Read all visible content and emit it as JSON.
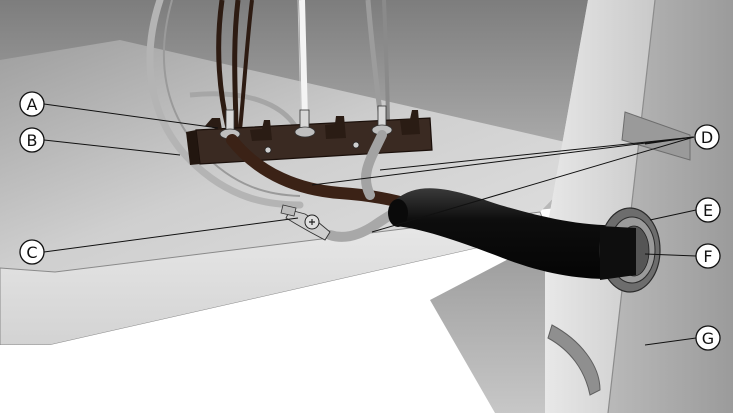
{
  "callouts": [
    {
      "id": "A",
      "letter": "A",
      "part": "terminal-block-screw"
    },
    {
      "id": "B",
      "letter": "B",
      "part": "gray-wire-loop"
    },
    {
      "id": "C",
      "letter": "C",
      "part": "ground-ring-terminal"
    },
    {
      "id": "D",
      "letter": "D",
      "part": "supply-wires"
    },
    {
      "id": "E",
      "letter": "E",
      "part": "grommet-outer"
    },
    {
      "id": "F",
      "letter": "F",
      "part": "grommet-inner"
    },
    {
      "id": "G",
      "letter": "G",
      "part": "cabinet-side-panel"
    }
  ],
  "colors": {
    "background": "#ffffff",
    "shelf_top": "#c8c8c8",
    "shelf_edge": "#dedede",
    "panel": "#d4d4d4",
    "terminal_block": "#3a2a22",
    "black_wire": "#3b2216",
    "gray_wire": "#a8a8a8",
    "conduit": "#151515",
    "leader_line": "#111111"
  }
}
